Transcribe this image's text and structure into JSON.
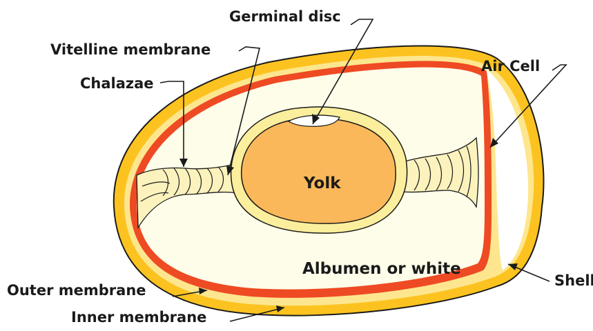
{
  "labels": {
    "germinal_disc": "Germinal disc",
    "vitelline_membrane": "Vitelline membrane",
    "chalazae": "Chalazae",
    "air_cell": "Air Cell",
    "yolk": "Yolk",
    "albumen": "Albumen or white",
    "outer_membrane": "Outer membrane",
    "shell": "Shell",
    "inner_membrane": "Inner membrane"
  },
  "colors": {
    "shell": "#fcc320",
    "outer_membrane": "#fde68e",
    "inner_membrane": "#ee4a23",
    "albumen": "#fefde9",
    "yolk": "#fbb85a",
    "yolk_outline": "#fbee9c",
    "chalazae": "#fbf2bd",
    "outline": "#1a1a1a"
  }
}
